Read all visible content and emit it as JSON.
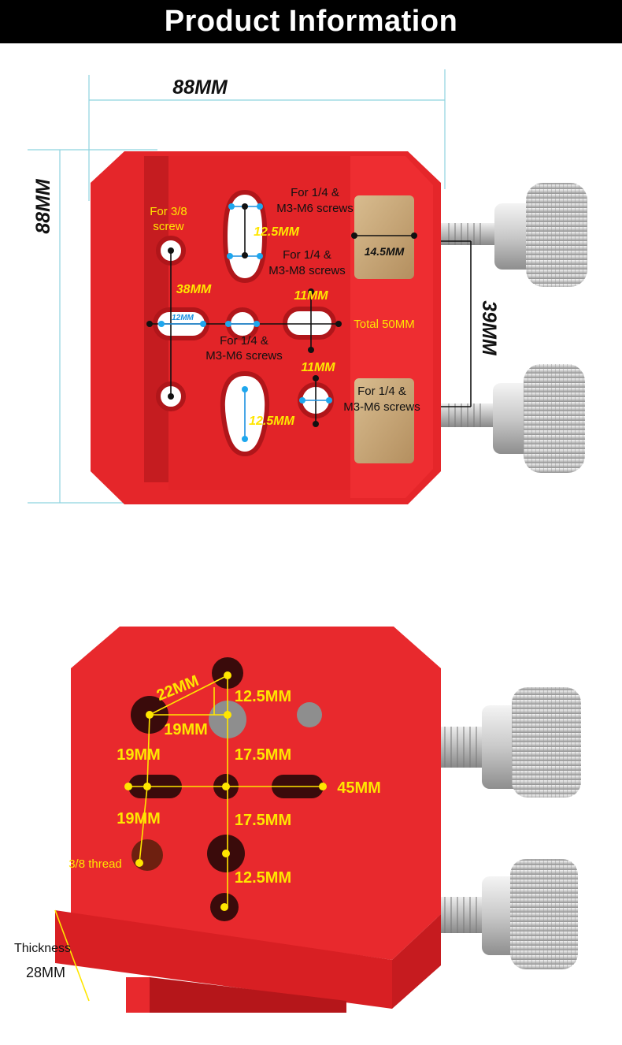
{
  "header": {
    "title": "Product Information"
  },
  "top": {
    "width_dim": "88MM",
    "height_dim": "88MM",
    "knob_spacing": "39MM",
    "pad_width": "14.5MM",
    "for38_line1": "For 3/8",
    "for38_line2": "screw",
    "upper_note_line1": "For 1/4 &",
    "upper_note_line2": "M3-M6 screws",
    "mid_note_line1": "For 1/4 &",
    "mid_note_line2": "M3-M8 screws",
    "center_note_line1": "For 1/4 &",
    "center_note_line2": "M3-M6 screws",
    "right_note_line1": "For 1/4 &",
    "right_note_line2": "M3-M6 screws",
    "dim_12_5_upper": "12.5MM",
    "dim_12_5_lower": "12.5MM",
    "dim_38": "38MM",
    "dim_11_upper": "11MM",
    "dim_11_lower": "11MM",
    "dim_12": "12MM",
    "total": "Total 50MM"
  },
  "bottom": {
    "dim_22": "22MM",
    "dim_12_5_upper": "12.5MM",
    "dim_19_inner": "19MM",
    "dim_19_left_upper": "19MM",
    "dim_17_5_upper": "17.5MM",
    "dim_45": "45MM",
    "dim_19_left_lower": "19MM",
    "dim_17_5_lower": "17.5MM",
    "thread": "3/8 thread",
    "dim_12_5_lower": "12.5MM",
    "thickness_label": "Thickness",
    "thickness_value": "28MM"
  },
  "colors": {
    "body_red": "#e5262a",
    "dim_cyan": "#8ed3df",
    "label_yellow": "#ffe600",
    "pad_brass": "#c8a87a"
  }
}
